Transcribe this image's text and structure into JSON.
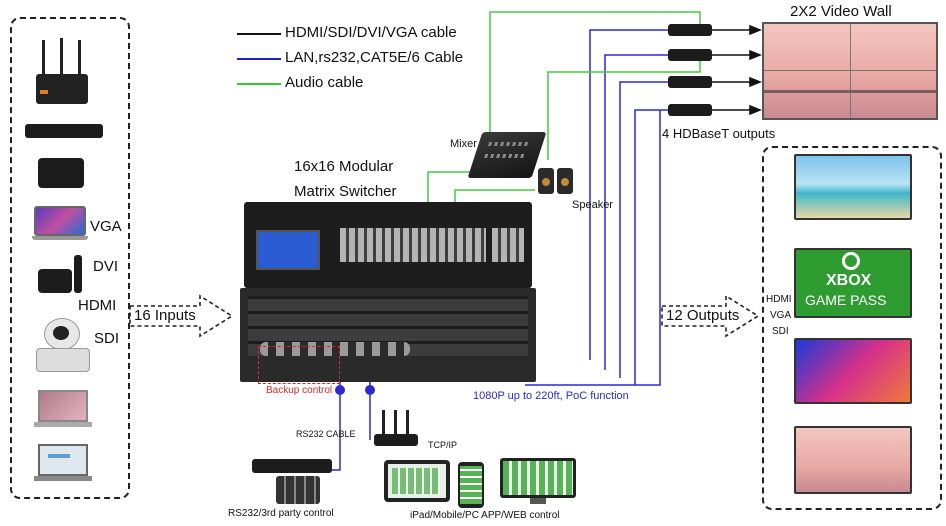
{
  "legend": {
    "hdmi_label": "HDMI/SDI/DVI/VGA cable",
    "lan_label": "LAN,rs232,CAT5E/6 Cable",
    "audio_label": "Audio cable",
    "colors": {
      "hdmi": "#111111",
      "lan": "#2020c8",
      "audio": "#33cc33"
    }
  },
  "matrix": {
    "title_line1": "16x16 Modular",
    "title_line2": "Matrix Switcher"
  },
  "inputs": {
    "labels": [
      "VGA",
      "DVI",
      "HDMI",
      "SDI"
    ],
    "arrow_label": "16 Inputs"
  },
  "outputs": {
    "arrow_label": "12 Outputs",
    "side_labels": [
      "HDMI",
      "VGA",
      "SDI"
    ],
    "xbox_line1": "XBOX",
    "xbox_line2": "GAME PASS"
  },
  "video_wall": {
    "title": "2X2 Video Wall",
    "hdbaset_label": "4 HDBaseT outputs"
  },
  "mixer_label": "Mixer",
  "speaker_label": "Speaker",
  "backup_label": "Backup control",
  "poc_label": "1080P up to 220ft, PoC function",
  "rs232_cable_label": "RS232 CABLE",
  "tcpip_label": "TCP/IP",
  "rs232_control_label": "RS232/3rd party control",
  "app_label": "iPad/Mobile/PC APP/WEB control"
}
